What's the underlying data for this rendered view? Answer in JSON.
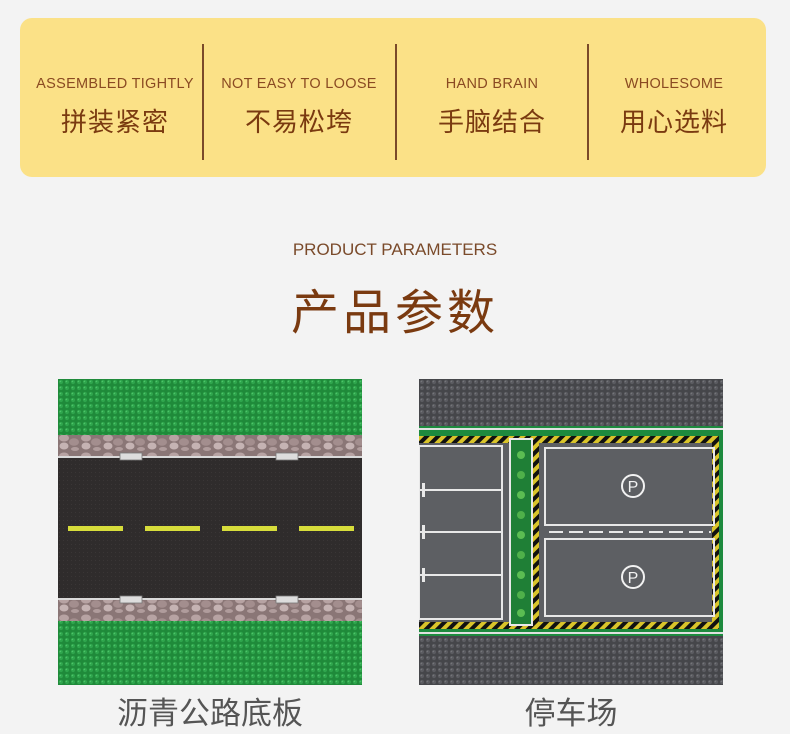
{
  "features": [
    {
      "en": "ASSEMBLED TIGHTLY",
      "zh": "拼装紧密"
    },
    {
      "en": "NOT EASY TO LOOSE",
      "zh": "不易松垮"
    },
    {
      "en": "HAND BRAIN",
      "zh": "手脑结合"
    },
    {
      "en": "WHOLESOME",
      "zh": "用心选料"
    }
  ],
  "section": {
    "title_en": "PRODUCT PARAMETERS",
    "title_zh": "产品参数"
  },
  "products": [
    {
      "caption": "沥青公路底板"
    },
    {
      "caption": "停车场",
      "parking_sign": "P"
    }
  ],
  "colors": {
    "banner_bg": "#fbe187",
    "title_brown": "#7a3a10",
    "grass_green": "#1f8a3a",
    "asphalt": "#2f2c2c",
    "lane_yellow": "#d7dd3b",
    "base_gray": "#4a4a4d"
  }
}
